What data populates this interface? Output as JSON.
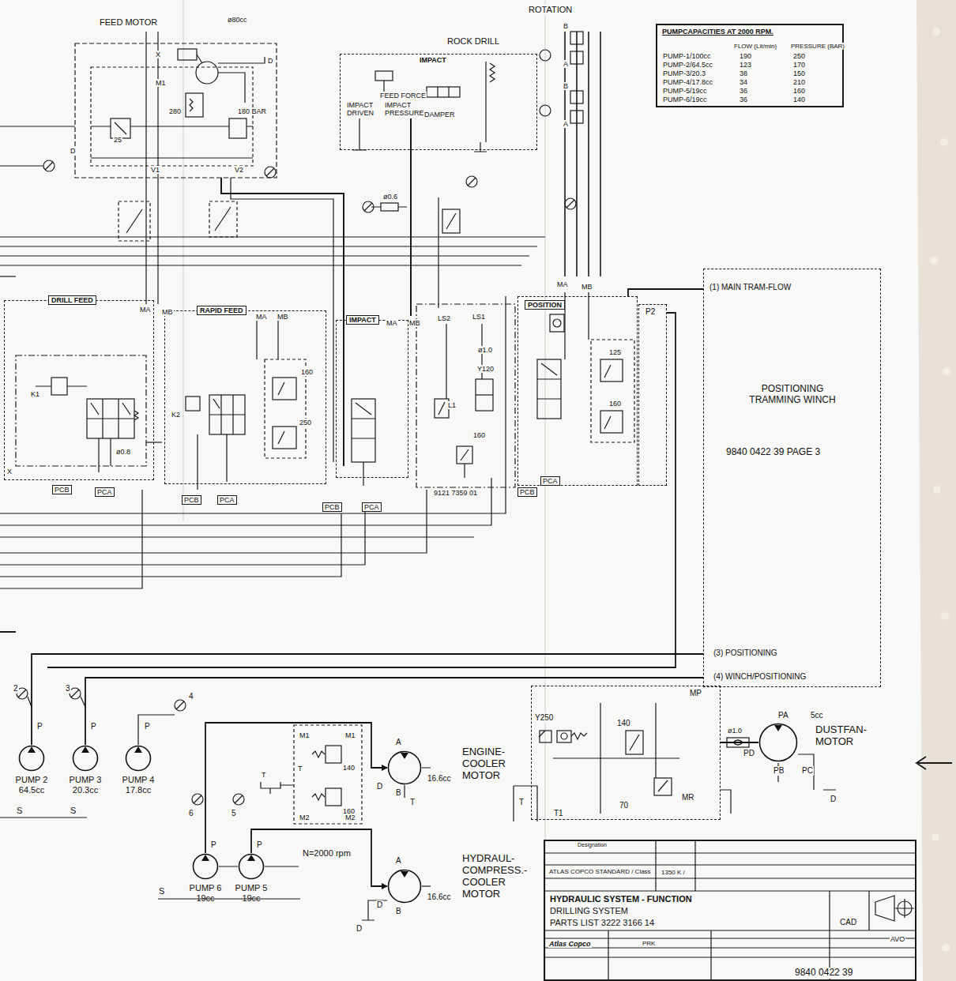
{
  "diagram": {
    "nodes": [
      {
        "text": [
          "IMPACT"
        ]
      },
      {
        "text": [
          "PUMPCAPACITIES AT 2000 RPM."
        ]
      },
      {
        "text": [
          "DRILL FEED"
        ]
      },
      {
        "text": [
          "RAPID FEED"
        ]
      },
      {
        "text": [
          "IMPACT"
        ]
      },
      {
        "text": [
          "POSITION"
        ]
      },
      {
        "text": [
          "P2"
        ]
      },
      {
        "text": [
          "POSITIONING TRAMMING WINCH",
          "9840 0422 39 PAGE 3"
        ]
      },
      {
        "text": [
          "PUMP 2 64.5cc"
        ]
      },
      {
        "text": [
          "PUMP 3 20.3cc"
        ]
      },
      {
        "text": [
          "PUMP 4 17.8cc"
        ]
      },
      {
        "text": [
          "ENGINE- COOLER MOTOR"
        ]
      },
      {
        "text": [
          "MP"
        ]
      },
      {
        "text": [
          "DUSTFAN- MOTOR"
        ]
      },
      {
        "text": [
          "PUMP 6 19cc"
        ]
      },
      {
        "text": [
          "PUMP 5 19cc"
        ]
      },
      {
        "text": [
          "HYDRAUL- COMPRESS.- COOLER MOTOR"
        ]
      },
      {
        "text": [
          "HYDRAULIC SYSTEM - FUNCTION",
          "DRILLING SYSTEM",
          "PARTS LIST 3222 3166 14"
        ]
      }
    ],
    "edges": [
      {
        "from": 5,
        "to": 7,
        "arrow": "none"
      },
      {
        "from": 8,
        "to": 7,
        "arrow": "none"
      },
      {
        "from": 9,
        "to": 7,
        "arrow": "none"
      },
      {
        "from": 14,
        "to": 11,
        "arrow": "to"
      },
      {
        "from": 15,
        "to": 16,
        "arrow": "to"
      },
      {
        "from": 12,
        "to": 13,
        "arrow": "none"
      }
    ],
    "labels": [
      "FEED MOTOR",
      "ROCK DRILL",
      "ROTATION",
      "ø80cc",
      "X",
      "M1",
      "280",
      "180 BAR",
      "25",
      "V1",
      "V2",
      "D",
      "D",
      "FEED FORCE",
      "IMPACT DRIVEN",
      "IMPACT PRESSURE",
      "DAMPER",
      "ø0.6",
      "B",
      "A",
      "B",
      "A",
      "MA",
      "MB",
      "MA",
      "MB",
      "MA",
      "MB",
      "MA",
      "MB",
      "K1",
      "K2",
      "ø0.8",
      "160",
      "250",
      "LS2",
      "LS1",
      "ø1.0",
      "Y120",
      "L1",
      "160",
      "125",
      "160",
      "9121 7359 01",
      "PCB",
      "PCA",
      "PCB",
      "PCA",
      "PCB",
      "PCA",
      "PCB",
      "PCA",
      "X",
      "(1) MAIN TRAM-FLOW",
      "(3) POSITIONING",
      "(4) WINCH/POSITIONING",
      "2",
      "3",
      "4",
      "P",
      "P",
      "P",
      "S",
      "S",
      "6",
      "5",
      "P",
      "P",
      "S",
      "N=2000 rpm",
      "M1",
      "M1",
      "T",
      "140",
      "160",
      "M2",
      "M2",
      "T",
      "A",
      "D",
      "B",
      "16.6cc",
      "T",
      "A",
      "D",
      "B",
      "16.6cc",
      "D",
      "Y250",
      "140",
      "70",
      "MR",
      "T1",
      "T",
      "ø1.0",
      "PD",
      "PA",
      "PB",
      "PC",
      "5cc",
      "D",
      "ATLAS COPCO STANDARD / Class",
      "1350 K /",
      "PRK",
      "CAD",
      "AVO",
      "Atlas Copco",
      "9840 0422 39",
      "Designation",
      "FLOW (Lit/min)",
      "PRESSURE (BAR)",
      "PUMP-1/100cc",
      "190",
      "250",
      "PUMP-2/64.5cc",
      "123",
      "170",
      "PUMP-3/20.3",
      "38",
      "150",
      "PUMP-4/17.8cc",
      "34",
      "210",
      "PUMP-5/19cc",
      "36",
      "160",
      "PUMP-6/19cc",
      "36",
      "140"
    ]
  }
}
